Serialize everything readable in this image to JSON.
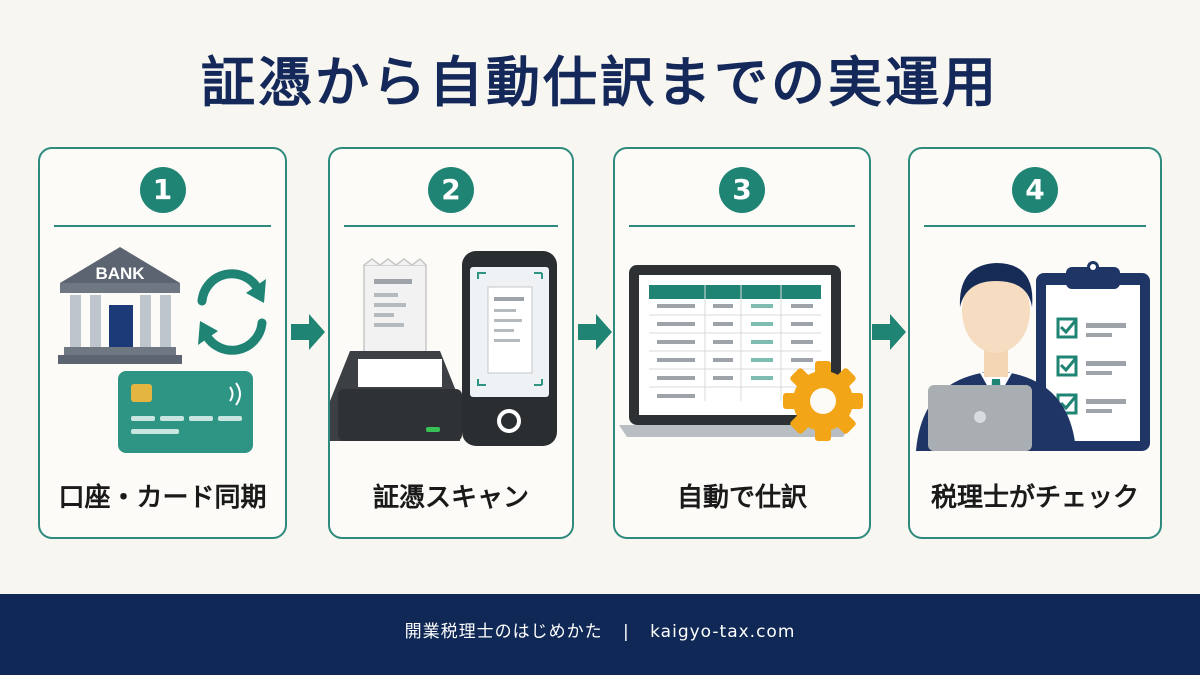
{
  "title": "証憑から自動仕訳までの実運用",
  "steps": [
    {
      "number": "1",
      "label": "口座・カード同期",
      "bank_sign": "BANK"
    },
    {
      "number": "2",
      "label": "証憑スキャン"
    },
    {
      "number": "3",
      "label": "自動で仕訳"
    },
    {
      "number": "4",
      "label": "税理士がチェック"
    }
  ],
  "footer": {
    "site_name": "開業税理士のはじめかた",
    "separator": "|",
    "domain": "kaigyo-tax.com"
  },
  "colors": {
    "accent": "#1f8473",
    "title": "#14295a",
    "footer_bg": "#0f2855",
    "gear": "#f2a516"
  }
}
